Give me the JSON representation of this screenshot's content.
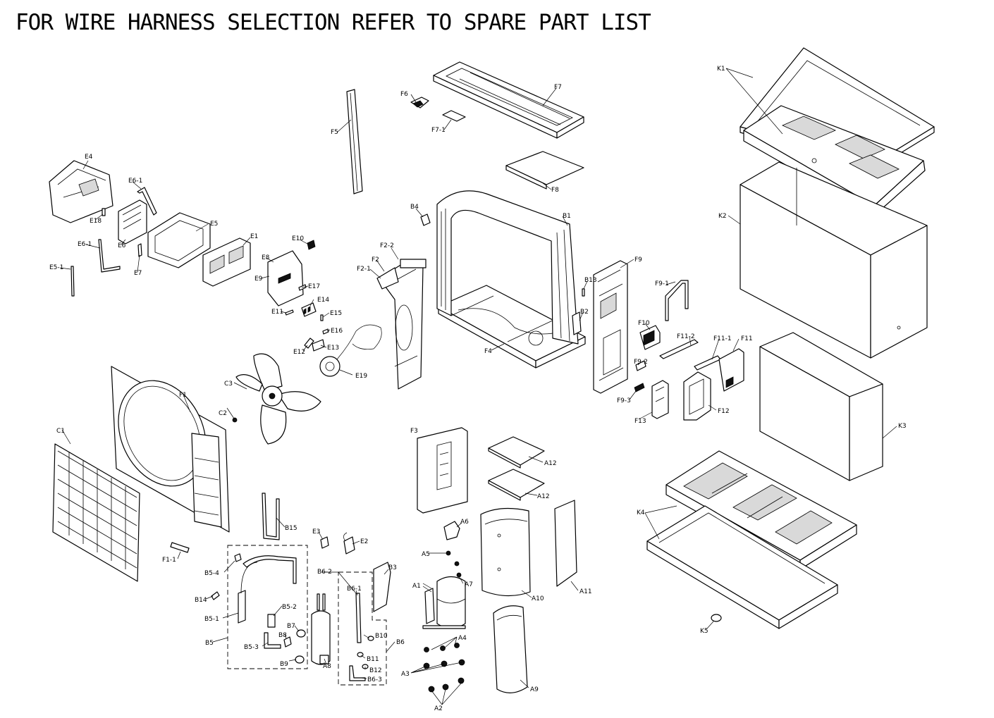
{
  "title": "FOR WIRE HARNESS SELECTION REFER TO SPARE PART LIST",
  "labels": {
    "K1": "K1",
    "K2": "K2",
    "K3": "K3",
    "K4": "K4",
    "K5": "K5",
    "F1": "F1",
    "F1_1": "F1-1",
    "F2": "F2",
    "F2_1": "F2-1",
    "F2_2": "F2-2",
    "F3": "F3",
    "F4": "F4",
    "F5": "F5",
    "F6": "F6",
    "F7": "F7",
    "F7_1": "F7-1",
    "F8": "F8",
    "F9": "F9",
    "F9_1": "F9-1",
    "F9_2": "F9-2",
    "F9_3": "F9-3",
    "F10": "F10",
    "F11": "F11",
    "F11_1": "F11-1",
    "F11_2": "F11-2",
    "F12": "F12",
    "F13": "F13",
    "E1": "E1",
    "E2": "E2",
    "E3": "E3",
    "E4": "E4",
    "E5": "E5",
    "E5_1": "E5-1",
    "E6": "E6",
    "E6_1a": "E6-1",
    "E6_1b": "E6-1",
    "E7": "E7",
    "E8": "E8",
    "E9": "E9",
    "E10": "E10",
    "E11": "E11",
    "E12": "E12",
    "E13": "E13",
    "E14": "E14",
    "E15": "E15",
    "E16": "E16",
    "E17": "E17",
    "E18": "E18",
    "E19": "E19",
    "C1": "C1",
    "C2": "C2",
    "C3": "C3",
    "B1": "B1",
    "B2": "B2",
    "B3": "B3",
    "B4": "B4",
    "B5": "B5",
    "B5_1": "B5-1",
    "B5_2": "B5-2",
    "B5_3": "B5-3",
    "B5_4": "B5-4",
    "B6": "B6",
    "B6_1": "B6-1",
    "B6_2": "B6-2",
    "B6_3": "B6-3",
    "B7": "B7",
    "B8": "B8",
    "B9": "B9",
    "B10": "B10",
    "B11": "B11",
    "B12": "B12",
    "B13": "B13",
    "B14": "B14",
    "B15": "B15",
    "A1": "A1",
    "A2": "A2",
    "A3": "A3",
    "A4": "A4",
    "A5": "A5",
    "A6": "A6",
    "A7": "A7",
    "A8": "A8",
    "A9": "A9",
    "A10": "A10",
    "A11": "A11",
    "A12a": "A12",
    "A12b": "A12"
  }
}
